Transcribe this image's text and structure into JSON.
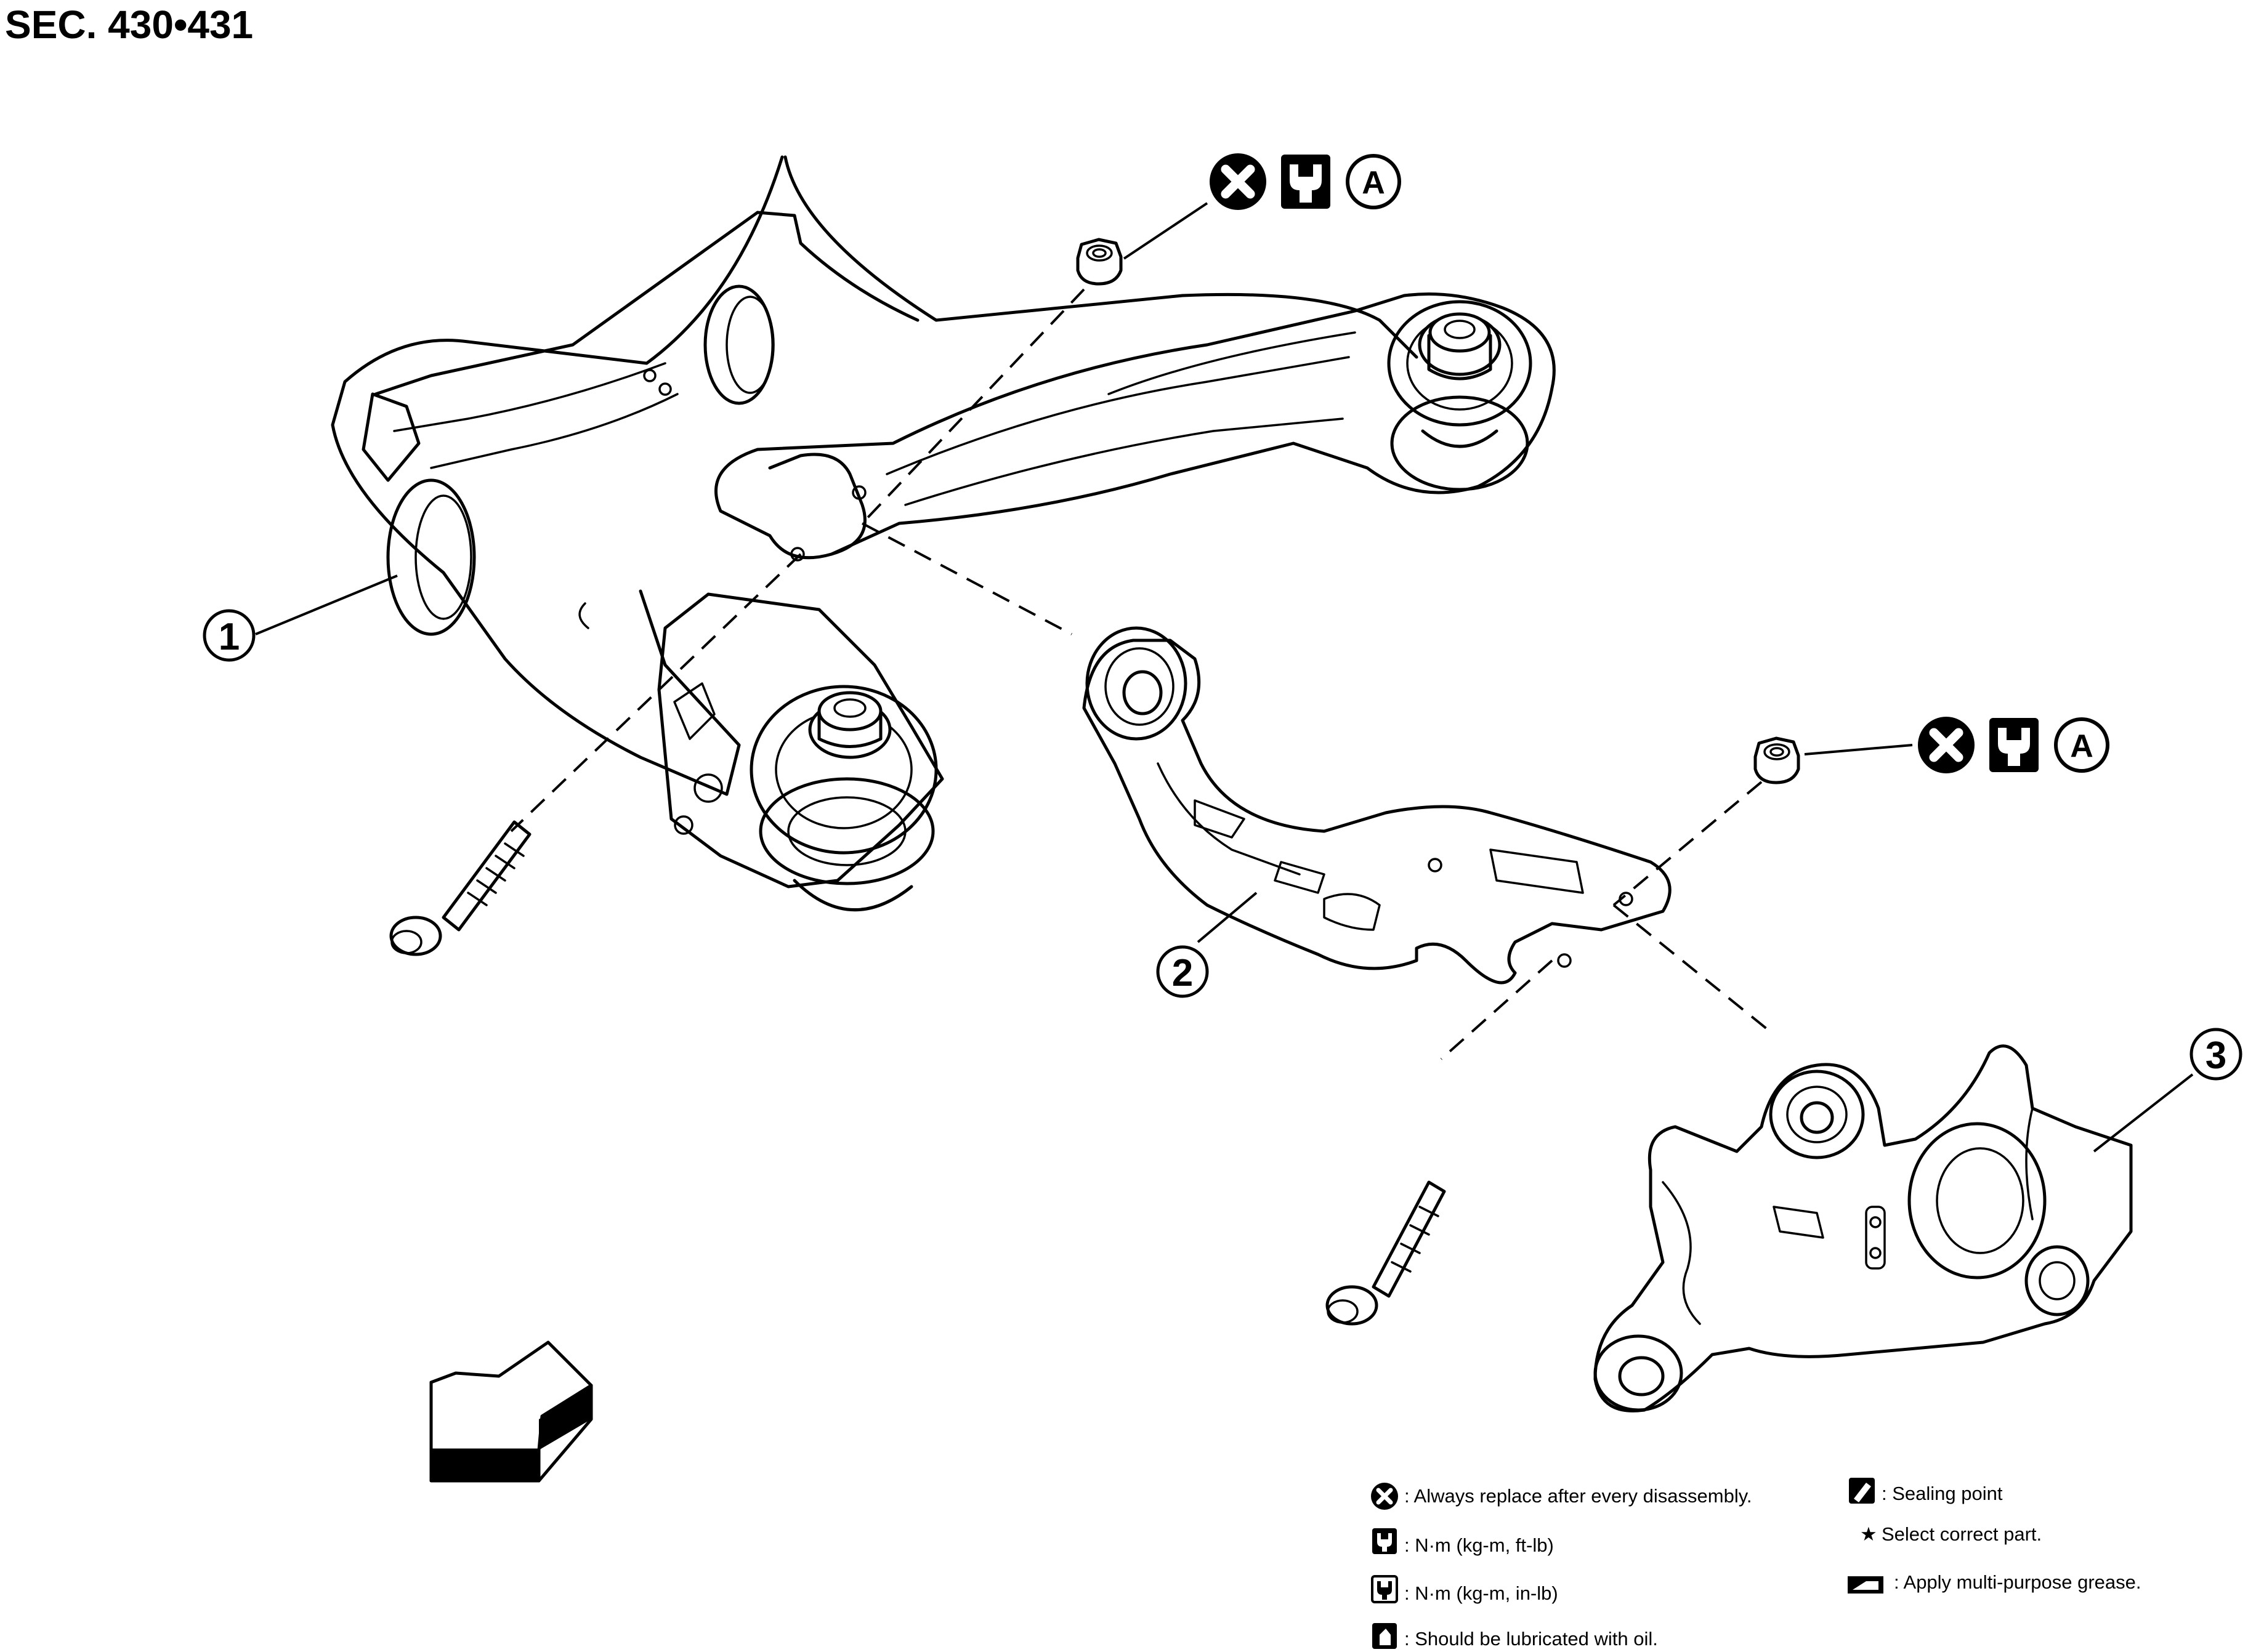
{
  "title": "SEC. 430•431",
  "callouts": [
    {
      "number": "1",
      "part": "rear-suspension-member"
    },
    {
      "number": "2",
      "part": "upper-link"
    },
    {
      "number": "3",
      "part": "axle-housing"
    }
  ],
  "symbol_groups": [
    {
      "symbols": [
        "replace-icon",
        "torque-ft-lb-icon"
      ],
      "letter": "A"
    },
    {
      "symbols": [
        "replace-icon",
        "torque-ft-lb-icon"
      ],
      "letter": "A"
    }
  ],
  "legend": {
    "left": [
      {
        "icon": "replace-icon",
        "text": ": Always replace after every disassembly."
      },
      {
        "icon": "torque-ft-lb-icon",
        "text": ": N·m (kg-m, ft-lb)"
      },
      {
        "icon": "torque-in-lb-icon",
        "text": ": N·m (kg-m, in-lb)"
      },
      {
        "icon": "oil-can-icon",
        "text": ": Should be lubricated with oil."
      }
    ],
    "right": [
      {
        "icon": "sealing-point-icon",
        "text": ": Sealing point"
      },
      {
        "icon": "star-icon",
        "text": "Select correct part."
      },
      {
        "icon": "grease-icon",
        "text": ": Apply multi-purpose grease."
      }
    ]
  },
  "front_arrow_icon": "front-direction-arrow-icon"
}
